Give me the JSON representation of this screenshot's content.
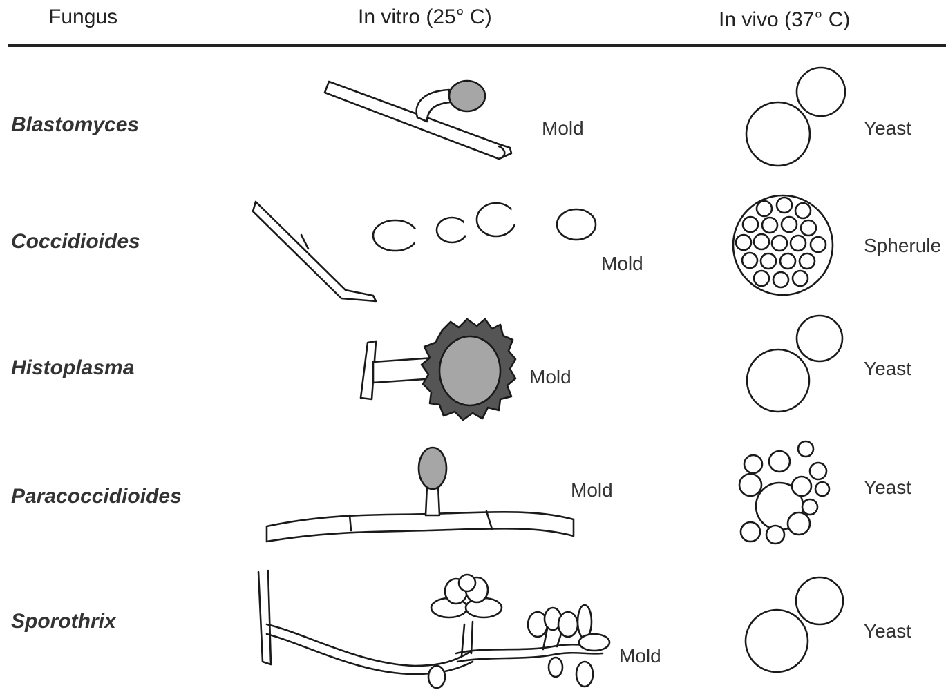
{
  "headers": {
    "fungus": "Fungus",
    "in_vitro": "In vitro (25° C)",
    "in_vivo": "In vivo (37° C)"
  },
  "rows": [
    {
      "fungus": "Blastomyces",
      "vitro_form": "Mold",
      "vivo_form": "Yeast"
    },
    {
      "fungus": "Coccidioides",
      "vitro_form": "Mold",
      "vivo_form": "Spherule"
    },
    {
      "fungus": "Histoplasma",
      "vitro_form": "Mold",
      "vivo_form": "Yeast"
    },
    {
      "fungus": "Paracoccidioides",
      "vitro_form": "Mold",
      "vivo_form": "Yeast"
    },
    {
      "fungus": "Sporothrix",
      "vitro_form": "Mold",
      "vivo_form": "Yeast"
    }
  ]
}
